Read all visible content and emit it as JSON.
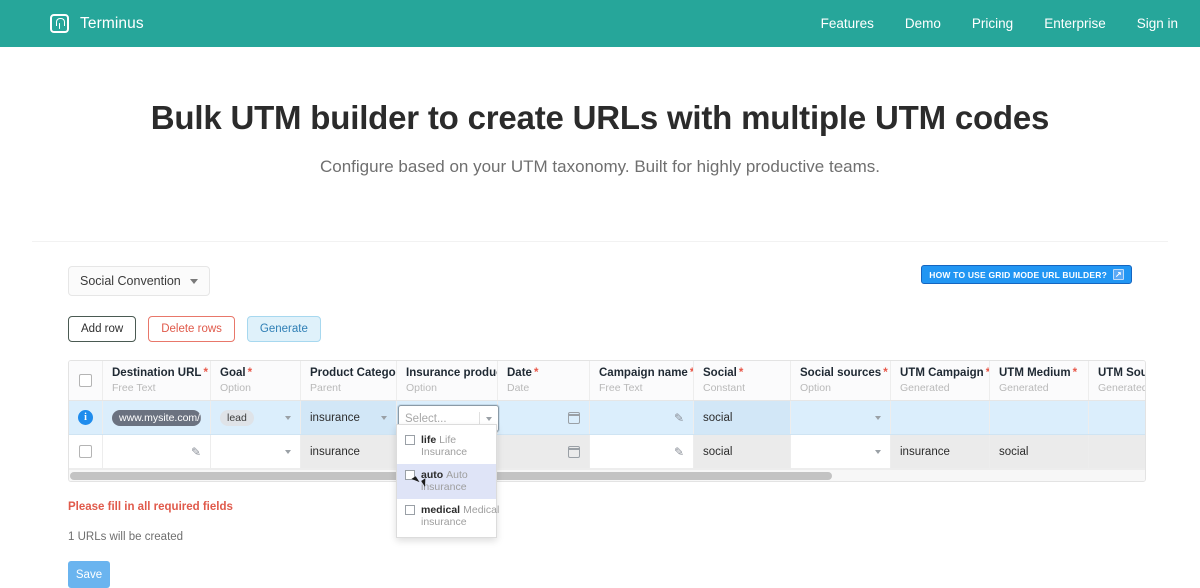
{
  "nav": {
    "brand": "Terminus",
    "brand_icon": "terminus-logo-icon",
    "links": [
      {
        "label": "Features"
      },
      {
        "label": "Demo"
      },
      {
        "label": "Pricing"
      },
      {
        "label": "Enterprise"
      },
      {
        "label": "Sign in"
      }
    ],
    "bg_color": "#26a69a"
  },
  "hero": {
    "title": "Bulk UTM builder to create URLs with multiple UTM codes",
    "subtitle": "Configure based on your UTM taxonomy. Built for highly productive teams."
  },
  "builder": {
    "convention": "Social Convention",
    "help_button": "HOW TO USE GRID MODE URL BUILDER?",
    "help_icon": "external-link-icon",
    "buttons": {
      "add_row": "Add row",
      "delete_rows": "Delete rows",
      "generate": "Generate"
    },
    "columns": [
      {
        "title": "Destination URL",
        "sub": "Free Text",
        "required": true,
        "width": 108
      },
      {
        "title": "Goal",
        "sub": "Option",
        "required": true,
        "width": 90
      },
      {
        "title": "Product Category",
        "sub": "Parent",
        "required": true,
        "width": 96
      },
      {
        "title": "Insurance products",
        "sub": "Option",
        "required": false,
        "width": 101
      },
      {
        "title": "Date",
        "sub": "Date",
        "required": true,
        "width": 92
      },
      {
        "title": "Campaign name",
        "sub": "Free Text",
        "required": true,
        "width": 104
      },
      {
        "title": "Social",
        "sub": "Constant",
        "required": true,
        "width": 97
      },
      {
        "title": "Social sources",
        "sub": "Option",
        "required": true,
        "width": 100
      },
      {
        "title": "UTM Campaign",
        "sub": "Generated",
        "required": true,
        "width": 99
      },
      {
        "title": "UTM Medium",
        "sub": "Generated",
        "required": true,
        "width": 99
      },
      {
        "title": "UTM Sou",
        "sub": "Generated",
        "required": false,
        "width": 110
      }
    ],
    "rows": [
      {
        "selector_icon": "info-icon",
        "selected": true,
        "destination_url": "www.mysite.com/blog/s",
        "goal": "lead",
        "product_category": "insurance",
        "insurance_products": "",
        "date": "",
        "campaign_name": "",
        "social": "social",
        "social_sources": "",
        "utm_campaign": "",
        "utm_medium": "",
        "utm_source": ""
      },
      {
        "selector_icon": "checkbox",
        "selected": false,
        "destination_url": "",
        "goal": "",
        "product_category": "insurance",
        "insurance_products": "",
        "date": "",
        "campaign_name": "",
        "social": "social",
        "social_sources": "",
        "utm_campaign": "insurance",
        "utm_medium": "social",
        "utm_source": ""
      }
    ],
    "open_select": {
      "placeholder": "Select...",
      "options": [
        {
          "code": "life",
          "label": "Life Insurance",
          "highlighted": false
        },
        {
          "code": "auto",
          "label": "Auto insurance",
          "highlighted": true
        },
        {
          "code": "medical",
          "label": "Medical insurance",
          "highlighted": false
        }
      ]
    },
    "error_message": "Please fill in all required fields",
    "url_count": "1 URLs will be created",
    "save_label": "Save"
  }
}
